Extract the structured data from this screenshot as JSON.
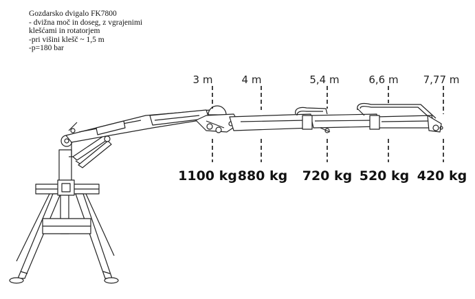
{
  "spec": {
    "title": "Gozdarsko dvigalo FK7800",
    "lines": [
      "- dvižna moč in doseg, z vgrajenimi",
      "klešćami in rotatorjem",
      "-pri višini klešč ~ 1,5 m",
      "-p=180 bar"
    ]
  },
  "reach_points": [
    {
      "distance": "3 m",
      "capacity": "1100 kg"
    },
    {
      "distance": "4 m",
      "capacity": "880 kg"
    },
    {
      "distance": "5,4 m",
      "capacity": "720 kg"
    },
    {
      "distance": "6,6 m",
      "capacity": "520 kg"
    },
    {
      "distance": "7,77 m",
      "capacity": "420 kg"
    }
  ]
}
